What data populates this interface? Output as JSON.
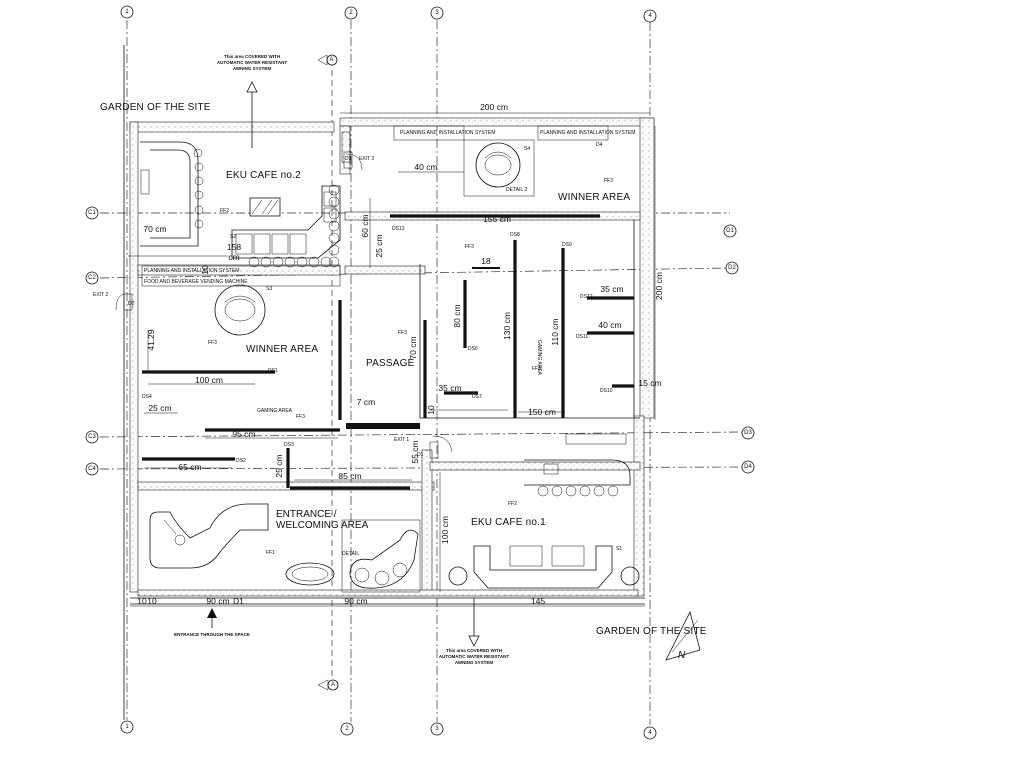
{
  "grid": {
    "vertical": [
      "1",
      "2",
      "3",
      "4",
      "1",
      "2",
      "3",
      "4"
    ],
    "horizontal_left": [
      "C1",
      "C2",
      "C3",
      "C4"
    ],
    "horizontal_right": [
      "D1",
      "D2",
      "D3",
      "D4"
    ],
    "section": [
      "A'",
      "A"
    ]
  },
  "site": {
    "garden_top": "GARDEN OF THE SITE",
    "garden_bottom": "GARDEN OF THE SITE",
    "north": "N",
    "awning_note_top": [
      "This area COVERED WITH",
      "AUTOMATIC WATER RESISTANT",
      "AWNING SYSTEM"
    ],
    "awning_note_bottom": [
      "This area COVERED WITH",
      "AUTOMATIC WATER RESISTANT",
      "AWNING SYSTEM"
    ],
    "entrance_note": "ENTRANCE THROUGH THE SPACE"
  },
  "rooms": {
    "cafe2": "EKU CAFE no.2",
    "winner_left": "WINNER AREA",
    "winner_right": "WINNER AREA",
    "passage": "PASSAGE",
    "gaming_left": "GAMING AREA",
    "gaming_center": "GAMING AREA",
    "entrance_line1": "ENTRANCE /",
    "entrance_line2": "WELCOMING AREA",
    "cafe1": "EKU CAFE no.1"
  },
  "labels": {
    "exit1": "EXIT 1",
    "exit2": "EXIT 2",
    "exit3": "EXIT 3",
    "detail1": "DETAIL",
    "detail2": "DETAIL 2",
    "storage": "PLANNING AND INSTALLATION SYSTEM",
    "storage2": "FOOD AND BEVERAGE VENDING MACHINE",
    "ff1": "FF1",
    "ff2": "FF2",
    "ff3": "FF3",
    "s1": "S1",
    "s2": "S2",
    "s3": "S3",
    "s4": "S4",
    "d1": "D1",
    "d2": "D2",
    "d3": "D3",
    "d4": "D4",
    "ds1": "DS1",
    "ds2": "DS2",
    "ds3": "DS3",
    "ds4": "DS4",
    "ds6": "DS6",
    "ds7": "DS7",
    "ds8": "DS8",
    "ds9": "DS9",
    "ds10": "DS10",
    "ds11": "DS11",
    "ds12": "DS12",
    "ds13": "DS13"
  },
  "dimensions": {
    "top_width": "200 cm",
    "right_height": "200 cm",
    "d_40_top": "40 cm",
    "d_155": "155 cm",
    "d_60": "60 cm",
    "d_25_upper": "25 cm",
    "d_18": "18",
    "d_35_right": "35 cm",
    "d_40_right": "40 cm",
    "d_15_right": "15 cm",
    "d_80": "80 cm",
    "d_130": "130 cm",
    "d_110": "110 cm",
    "d_70_passage": "70 cm",
    "d_35_lower": "35 cm",
    "d_10": "10",
    "d_150": "150 cm",
    "d_7": "7 cm",
    "d_70_cafe": "70 cm",
    "d_158": "158",
    "d_cm": "cm",
    "d_10_left": "10",
    "d_4129": "41.29",
    "d_100_winner": "100 cm",
    "d_25_winner": "25 cm",
    "d_95": "95 cm",
    "d_65": "65 cm",
    "d_25_vert": "25 cm",
    "d_85": "85 cm",
    "d_55": "55 cm",
    "d_100_cafe1": "100 cm",
    "d_90_left": "90 cm",
    "d_d1": "D1",
    "d_90_mid": "90 cm",
    "d_145": "145",
    "d_10a": "10",
    "d_10b": "10"
  },
  "colors": {
    "ink": "#111111",
    "paper": "#ffffff"
  }
}
